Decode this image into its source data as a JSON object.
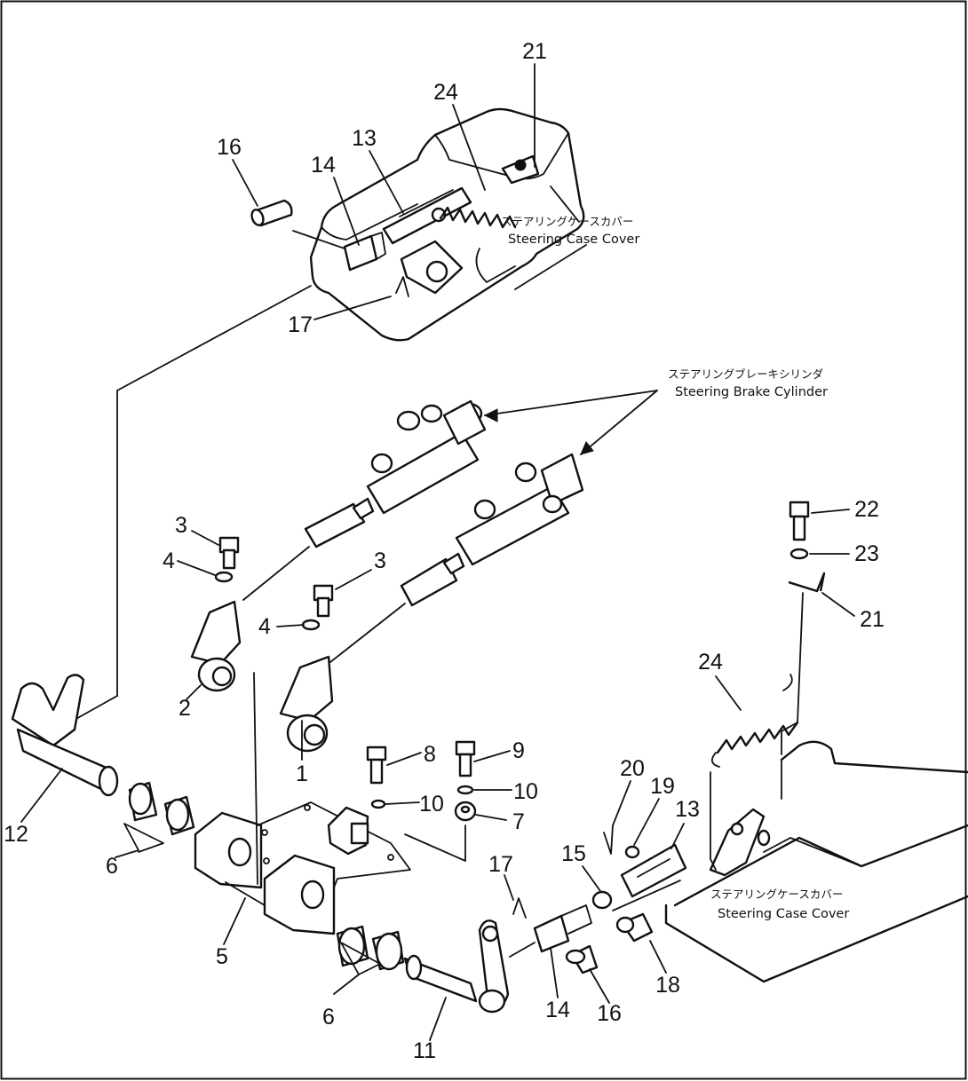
{
  "diagram": {
    "callouts": {
      "c21_top": "21",
      "c24_top": "24",
      "c13_top": "13",
      "c16_top": "16",
      "c14_top": "14",
      "c17_top": "17",
      "c3_left": "3",
      "c4_left": "4",
      "c3_mid": "3",
      "c4_mid": "4",
      "c2": "2",
      "c1": "1",
      "c12": "12",
      "c6_left": "6",
      "c5": "5",
      "c6_bottom": "6",
      "c8": "8",
      "c9": "9",
      "c10_a": "10",
      "c10_b": "10",
      "c7": "7",
      "c17_bottom": "17",
      "c15": "15",
      "c20": "20",
      "c19": "19",
      "c13_bottom": "13",
      "c14_bottom": "14",
      "c16_bottom": "16",
      "c11": "11",
      "c18": "18",
      "c22": "22",
      "c23": "23",
      "c21_right": "21",
      "c24_right": "24"
    },
    "notes": {
      "case_cover_top_jp": "ステアリングケースカバー",
      "case_cover_top_en": "Steering Case Cover",
      "brake_cylinder_jp": "ステアリングブレーキシリンダ",
      "brake_cylinder_en": "Steering Brake Cylinder",
      "case_cover_bottom_jp": "ステアリングケースカバー",
      "case_cover_bottom_en": "Steering Case Cover"
    }
  }
}
